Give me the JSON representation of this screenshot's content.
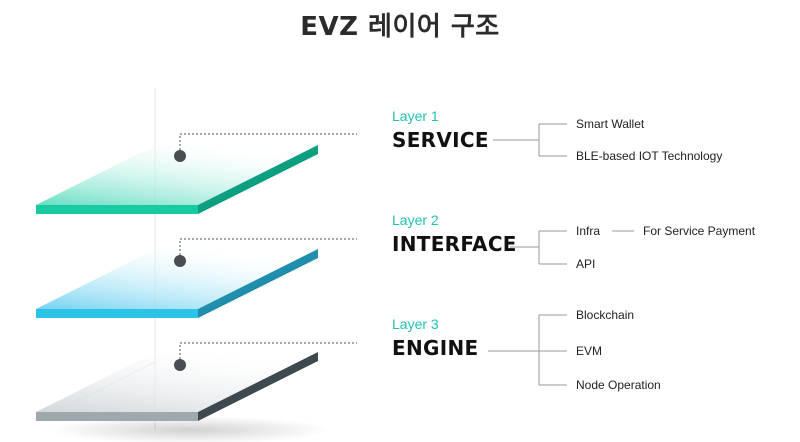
{
  "title": "EVZ 레이어 구조",
  "layers": [
    {
      "label": "Layer 1",
      "name": "SERVICE",
      "colors": {
        "top": "#7fe3c8",
        "front": "#19c9a2",
        "side": "#0d9f80"
      },
      "items": [
        {
          "label": "Smart Wallet"
        },
        {
          "label": "BLE-based IOT Technology"
        }
      ]
    },
    {
      "label": "Layer 2",
      "name": "INTERFACE",
      "colors": {
        "top": "#8fd8f0",
        "front": "#2cc3e8",
        "side": "#1f8fad"
      },
      "items": [
        {
          "label": "Infra",
          "sub": "For Service Payment"
        },
        {
          "label": "API"
        }
      ]
    },
    {
      "label": "Layer 3",
      "name": "ENGINE",
      "colors": {
        "top": "#d9dddf",
        "front": "#9ea8ad",
        "side": "#3e4a4f"
      },
      "items": [
        {
          "label": "Blockchain"
        },
        {
          "label": "EVM"
        },
        {
          "label": "Node Operation"
        }
      ]
    }
  ]
}
